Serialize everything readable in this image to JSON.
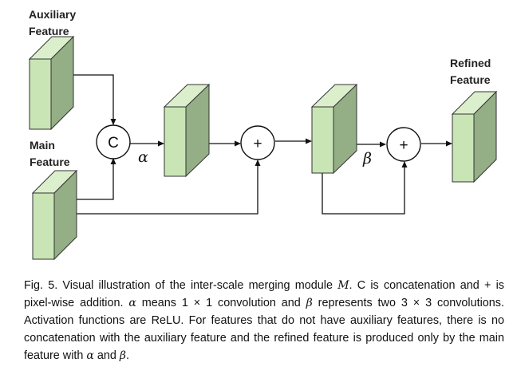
{
  "labels": {
    "auxiliary_line1": "Auxiliary",
    "auxiliary_line2": "Feature",
    "main_line1": "Main",
    "main_line2": "Feature",
    "refined_line1": "Refined",
    "refined_line2": "Feature"
  },
  "operators": {
    "concat": "C",
    "add": "+",
    "alpha": "α",
    "beta": "β"
  },
  "caption": {
    "p1": "Fig. 5. Visual illustration of the inter-scale merging module ",
    "module_symbol": "M",
    "p2": ". C is concatenation and + is pixel-wise addition. ",
    "alpha": "α",
    "p3": " means 1 × 1 convolution and ",
    "beta": "β",
    "p4": " represents two 3 × 3 convolutions. Activation functions are ReLU. For features that do not have auxiliary features, there is no concatenation with the auxiliary feature and the refined feature is produced only by the main feature with ",
    "alpha2": "α",
    "p5": " and ",
    "beta2": "β",
    "p6": "."
  },
  "colors": {
    "block_front": "#c9e5b5",
    "block_side": "#94ae86",
    "block_top": "#dcefcd"
  }
}
